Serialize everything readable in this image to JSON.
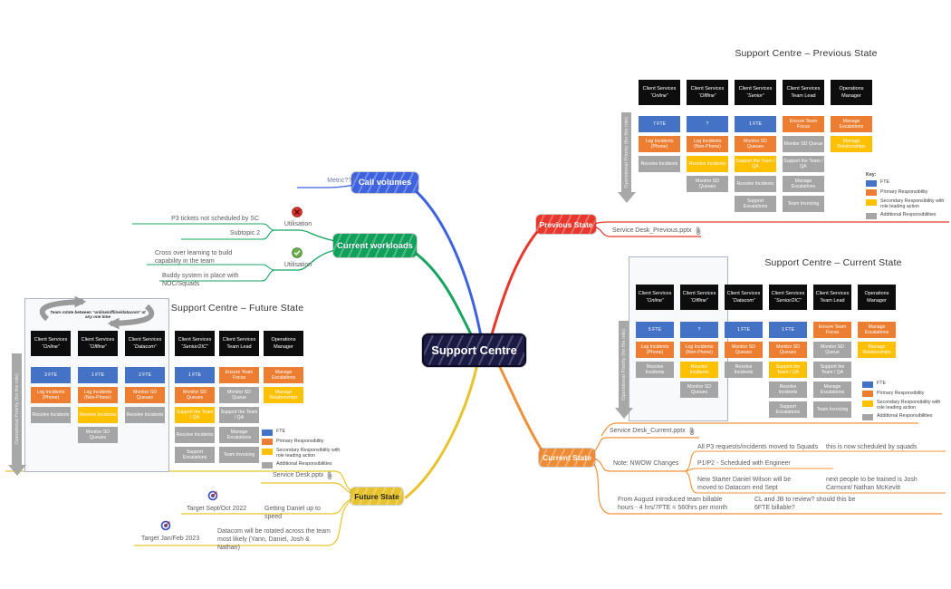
{
  "center": {
    "label": "Support Centre"
  },
  "side_label": "Operational Priority (for the role)",
  "colors": {
    "cell_blue": "#4472C4",
    "cell_orange": "#ED7D31",
    "cell_yellow": "#FFC000",
    "cell_gray": "#A5A5A5",
    "branch_blue": "#3F62DE",
    "branch_green": "#17A45F",
    "branch_red": "#E8372D",
    "branch_orange": "#F0913A",
    "branch_yellow": "#E7C32E",
    "center_bg": "#1A1A45"
  },
  "key": {
    "title": "Key:",
    "items": [
      {
        "color": "#4472C4",
        "label": "FTE"
      },
      {
        "color": "#ED7D31",
        "label": "Primary Responsibility"
      },
      {
        "color": "#FFC000",
        "label": "Secondary Responsibility with role leading action"
      },
      {
        "color": "#A5A5A5",
        "label": "Additional Responsibilities"
      }
    ]
  },
  "branches": {
    "call_volumes": {
      "label": "Call volumes",
      "metric": "Metric???"
    },
    "current_workloads": {
      "label": "Current workloads",
      "utilisation1": {
        "label": "Utilisation",
        "status": "red-cross",
        "items": [
          "P3 tickets not scheduled by SC",
          "Subtopic 2"
        ]
      },
      "utilisation2": {
        "label": "Utilisation",
        "status": "green-check",
        "items": [
          "Cross over learning to build capability in the team",
          "Buddy system in place with NOC/Squads"
        ]
      }
    },
    "previous_state": {
      "label": "Previous State",
      "attachment": "Service Desk_Previous.pptx"
    },
    "current_state": {
      "label": "Current State",
      "attachment": "Service Desk_Current.pptx",
      "nwow": {
        "label": "Note: NWOW Changes",
        "notes": [
          {
            "text": "All P3 requests/incidents moved to Squads",
            "child": "this is now scheduled by squads"
          },
          {
            "text": "P1/P2 - Scheduled with Engineer",
            "child": ""
          },
          {
            "text": "New Starter Daniel Wilson will be moved to Datacom end Sept",
            "child": "next people to be trained is Josh Carmont/ Nathan McKevitt"
          }
        ]
      },
      "billable": {
        "text": "From August introduced team billable hours - 4 hrs/7FTE =  560hrs per month",
        "child": "CL and JB to review? should this be 6FTE billable?"
      }
    },
    "future_state": {
      "label": "Future State",
      "attachment": "Service Desk.pptx",
      "items": [
        {
          "target": "Target Sept/Oct 2022",
          "text": "Getting Daniel up to speed"
        },
        {
          "target": "Target Jan/Feb 2023",
          "text": "Datacom will be rotated across the team most likely (Yann, Daniel, Josh & Nathan)"
        }
      ]
    }
  },
  "charts": {
    "previous": {
      "title": "Support Centre – Previous State",
      "columns": [
        {
          "h1": "Client Services",
          "h2": "“Online”",
          "cells": [
            {
              "t": "7 FTE",
              "c": "blue"
            },
            {
              "t": "Log Incidents (Phone)",
              "c": "orange"
            },
            {
              "t": "Resolve Incidents",
              "c": "gray"
            },
            null,
            null
          ]
        },
        {
          "h1": "Client Services",
          "h2": "“Offline”",
          "cells": [
            {
              "t": "?",
              "c": "blue"
            },
            {
              "t": "Log Incidents (Non-Phone)",
              "c": "orange"
            },
            {
              "t": "Resolve Incidents",
              "c": "yellow"
            },
            {
              "t": "Monitor SD Queues",
              "c": "gray"
            },
            null
          ]
        },
        {
          "h1": "Client Services",
          "h2": "“Senior”",
          "cells": [
            {
              "t": "1 FTE",
              "c": "blue"
            },
            {
              "t": "Monitor SD Queues",
              "c": "orange"
            },
            {
              "t": "Support the Team / QA",
              "c": "yellow"
            },
            {
              "t": "Resolve Incidents",
              "c": "gray"
            },
            {
              "t": "Support Escalations",
              "c": "gray"
            }
          ]
        },
        {
          "h1": "Client Services",
          "h2": "Team Lead",
          "cells": [
            {
              "t": "Ensure Team Focus",
              "c": "orange"
            },
            {
              "t": "Monitor SD Queue",
              "c": "gray"
            },
            {
              "t": "Support the Team / QA",
              "c": "gray"
            },
            {
              "t": "Manage Escalations",
              "c": "gray"
            },
            {
              "t": "Team Invoicing",
              "c": "gray"
            }
          ]
        },
        {
          "h1": "Operations",
          "h2": "Manager",
          "cells": [
            {
              "t": "Manage Escalations",
              "c": "orange"
            },
            {
              "t": "Manage Relationships",
              "c": "yellow"
            },
            null,
            null,
            null
          ]
        }
      ]
    },
    "current": {
      "title": "Support Centre – Current State",
      "columns": [
        {
          "h1": "Client Services",
          "h2": "“Online”",
          "cells": [
            {
              "t": "5 FTE",
              "c": "blue"
            },
            {
              "t": "Log Incidents (Phone)",
              "c": "orange"
            },
            {
              "t": "Resolve Incidents",
              "c": "gray"
            },
            null,
            null
          ]
        },
        {
          "h1": "Client Services",
          "h2": "“Offline”",
          "cells": [
            {
              "t": "?",
              "c": "blue"
            },
            {
              "t": "Log Incidents (Non-Phone)",
              "c": "orange"
            },
            {
              "t": "Resolve Incidents",
              "c": "yellow"
            },
            {
              "t": "Monitor SD Queues",
              "c": "gray"
            },
            null
          ]
        },
        {
          "h1": "Client Services",
          "h2": "“Datacom”",
          "cells": [
            {
              "t": "1 FTE",
              "c": "blue"
            },
            {
              "t": "Monitor SD Queues",
              "c": "orange"
            },
            {
              "t": "Resolve Incidents",
              "c": "gray"
            },
            null,
            null
          ]
        },
        {
          "h1": "Client Services",
          "h2": "“Senior/2IC”",
          "cells": [
            {
              "t": "1 FTE",
              "c": "blue"
            },
            {
              "t": "Monitor SD Queues",
              "c": "orange"
            },
            {
              "t": "Support the Team / QA",
              "c": "yellow"
            },
            {
              "t": "Resolve Incidents",
              "c": "gray"
            },
            {
              "t": "Support Escalations",
              "c": "gray"
            }
          ]
        },
        {
          "h1": "Client Services",
          "h2": "Team Lead",
          "cells": [
            {
              "t": "Ensure Team Focus",
              "c": "orange"
            },
            {
              "t": "Monitor SD Queue",
              "c": "gray"
            },
            {
              "t": "Support the Team / QA",
              "c": "gray"
            },
            {
              "t": "Manage Escalations",
              "c": "gray"
            },
            {
              "t": "Team Invoicing",
              "c": "gray"
            }
          ]
        },
        {
          "h1": "Operations",
          "h2": "Manager",
          "cells": [
            {
              "t": "Manage Escalations",
              "c": "orange"
            },
            {
              "t": "Manage Relationships",
              "c": "yellow"
            },
            null,
            null,
            null
          ]
        }
      ]
    },
    "future": {
      "title": "Support Centre – Future State",
      "rotate_note": "Team rotate between “online/offline/datacom” at any one time",
      "columns": [
        {
          "h1": "Client Services",
          "h2": "“Online”",
          "cells": [
            {
              "t": "3 FTE",
              "c": "blue"
            },
            {
              "t": "Log Incidents (Phone)",
              "c": "orange"
            },
            {
              "t": "Resolve Incidents",
              "c": "gray"
            },
            null,
            null
          ]
        },
        {
          "h1": "Client Services",
          "h2": "“Offline”",
          "cells": [
            {
              "t": "1 FTE",
              "c": "blue"
            },
            {
              "t": "Log Incidents (Non-Phone)",
              "c": "orange"
            },
            {
              "t": "Resolve Incidents",
              "c": "yellow"
            },
            {
              "t": "Monitor SD Queues",
              "c": "gray"
            },
            null
          ]
        },
        {
          "h1": "Client Services",
          "h2": "“Datacom”",
          "cells": [
            {
              "t": "2 FTE",
              "c": "blue"
            },
            {
              "t": "Monitor SD Queues",
              "c": "orange"
            },
            {
              "t": "Resolve Incidents",
              "c": "gray"
            },
            null,
            null
          ]
        },
        {
          "h1": "Client Services",
          "h2": "“Senior/2IC”",
          "cells": [
            {
              "t": "1 FTE",
              "c": "blue"
            },
            {
              "t": "Monitor SD Queues",
              "c": "orange"
            },
            {
              "t": "Support the Team / QA",
              "c": "yellow"
            },
            {
              "t": "Resolve Incidents",
              "c": "gray"
            },
            {
              "t": "Support Escalations",
              "c": "gray"
            }
          ]
        },
        {
          "h1": "Client Services",
          "h2": "Team Lead",
          "cells": [
            {
              "t": "Ensure Team Focus",
              "c": "orange"
            },
            {
              "t": "Monitor SD Queue",
              "c": "gray"
            },
            {
              "t": "Support the Team / QA",
              "c": "gray"
            },
            {
              "t": "Manage Escalations",
              "c": "gray"
            },
            {
              "t": "Team Invoicing",
              "c": "gray"
            }
          ]
        },
        {
          "h1": "Operations",
          "h2": "Manager",
          "cells": [
            {
              "t": "Manage Escalations",
              "c": "orange"
            },
            {
              "t": "Manage Relationships",
              "c": "yellow"
            },
            null,
            null,
            null
          ]
        }
      ]
    }
  }
}
